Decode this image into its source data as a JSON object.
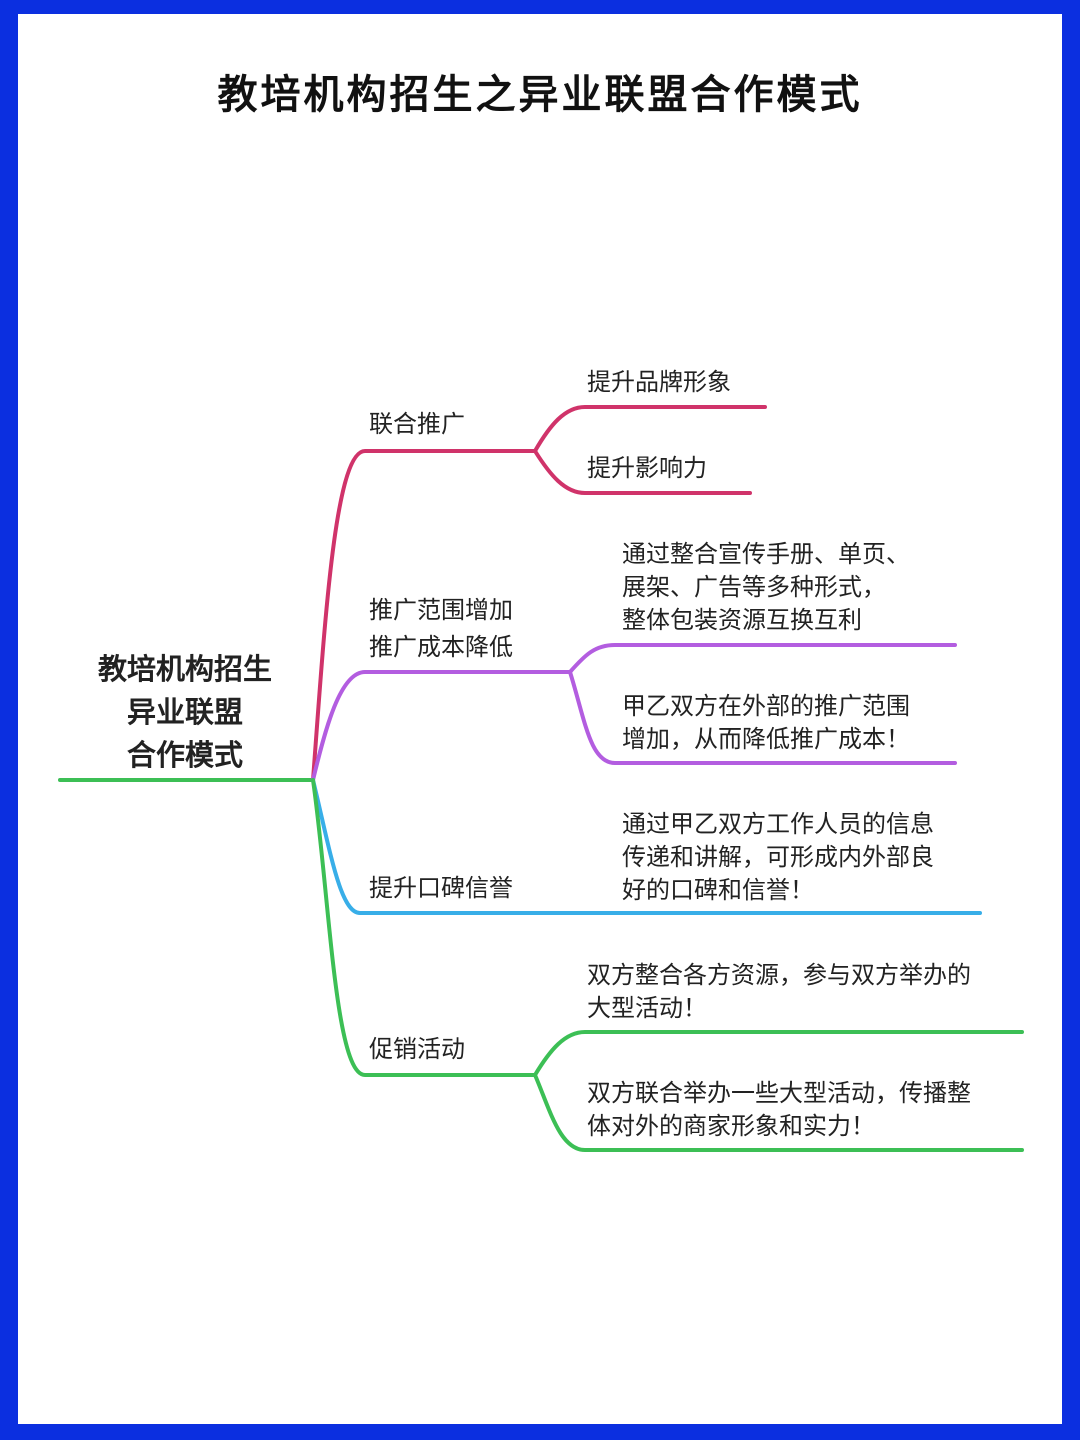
{
  "title": "教培机构招生之异业联盟合作模式",
  "root": {
    "lines": [
      "教培机构招生",
      "异业联盟",
      "合作模式"
    ]
  },
  "branches": [
    {
      "label": "联合推广",
      "color": "#d0336a",
      "children": [
        "提升品牌形象",
        "提升影响力"
      ]
    },
    {
      "label_lines": [
        "推广范围增加",
        "推广成本降低"
      ],
      "color": "#b35de0",
      "children": [
        [
          "通过整合宣传手册、单页、",
          "展架、广告等多种形式，",
          "整体包装资源互换互利"
        ],
        [
          "甲乙双方在外部的推广范围",
          "增加，从而降低推广成本！"
        ]
      ]
    },
    {
      "label": "提升口碑信誉",
      "color": "#38aee8",
      "children": [
        [
          "通过甲乙双方工作人员的信息",
          "传递和讲解，可形成内外部良",
          "好的口碑和信誉！"
        ]
      ]
    },
    {
      "label": "促销活动",
      "color": "#3cbf55",
      "children": [
        [
          "双方整合各方资源，参与双方举办的",
          "大型活动！"
        ],
        [
          "双方联合举办一些大型活动，传播整",
          "体对外的商家形象和实力！"
        ]
      ]
    }
  ],
  "colors": {
    "border": "#0b2fe0",
    "root_line": "#3cbf55"
  }
}
